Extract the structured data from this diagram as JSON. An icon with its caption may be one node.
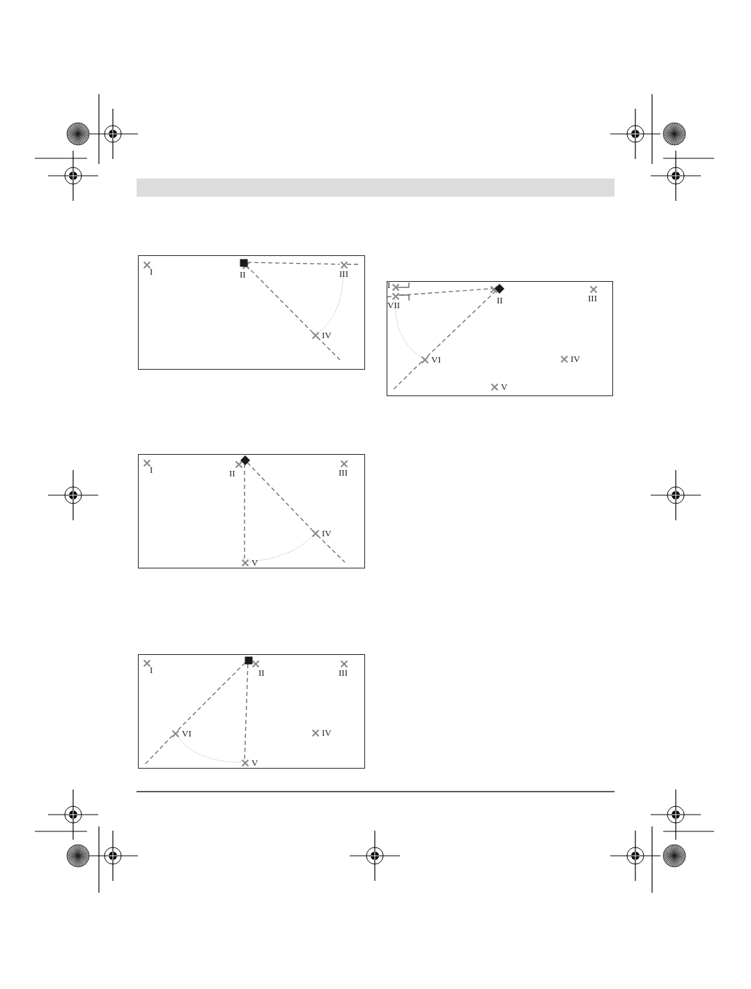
{
  "diagram": {
    "nodes": [
      {
        "text": [],
        "shape": "box"
      },
      {
        "text": [
          "I"
        ],
        "in": 0
      },
      {
        "text": [
          "II"
        ],
        "in": 0
      },
      {
        "text": [
          "III"
        ],
        "in": 0
      },
      {
        "text": [
          "IV"
        ],
        "in": 0
      },
      {
        "text": [],
        "shape": "box",
        "in": 0
      },
      {
        "text": [],
        "shape": "box"
      },
      {
        "text": [
          "I"
        ],
        "in": 6
      },
      {
        "text": [
          "VII"
        ],
        "in": 6
      },
      {
        "text": [
          "II"
        ],
        "in": 6
      },
      {
        "text": [],
        "shape": "diamond",
        "in": 6
      },
      {
        "text": [
          "III"
        ],
        "in": 6
      },
      {
        "text": [
          "VI"
        ],
        "in": 6
      },
      {
        "text": [
          "IV"
        ],
        "in": 6
      },
      {
        "text": [
          "V"
        ],
        "in": 6
      },
      {
        "text": [],
        "shape": "box"
      },
      {
        "text": [
          "I"
        ],
        "in": 15
      },
      {
        "text": [
          "II"
        ],
        "in": 15
      },
      {
        "text": [],
        "shape": "diamond",
        "in": 15
      },
      {
        "text": [
          "III"
        ],
        "in": 15
      },
      {
        "text": [
          "IV"
        ],
        "in": 15
      },
      {
        "text": [
          "V"
        ],
        "in": 15
      },
      {
        "text": [],
        "shape": "box"
      },
      {
        "text": [
          "I"
        ],
        "in": 22
      },
      {
        "text": [
          "II"
        ],
        "in": 22
      },
      {
        "text": [],
        "shape": "box",
        "in": 22
      },
      {
        "text": [
          "III"
        ],
        "in": 22
      },
      {
        "text": [
          "VI"
        ],
        "in": 22
      },
      {
        "text": [
          "IV"
        ],
        "in": 22
      },
      {
        "text": [
          "V"
        ],
        "in": 22
      }
    ],
    "edges": [
      {
        "from": 5,
        "to": 3,
        "arrow": "none",
        "style": "dashed"
      },
      {
        "from": 5,
        "to": 4,
        "arrow": "none",
        "style": "dashed"
      },
      {
        "from": 4,
        "to": null,
        "arrow": "none",
        "style": "dashed"
      },
      {
        "from": 3,
        "to": 4,
        "arrow": "none",
        "style": "dashed",
        "color": "#aaaaaa"
      },
      {
        "from": 3,
        "to": null,
        "arrow": "none",
        "style": "dashed"
      },
      {
        "from": 10,
        "to": 8,
        "arrow": "none",
        "style": "dashed"
      },
      {
        "from": 8,
        "to": null,
        "arrow": "none",
        "style": "dashed"
      },
      {
        "from": 10,
        "to": 12,
        "arrow": "none",
        "style": "dashed"
      },
      {
        "from": 12,
        "to": null,
        "arrow": "none",
        "style": "dashed"
      },
      {
        "from": 8,
        "to": 12,
        "arrow": "none",
        "style": "dashed",
        "color": "#aaaaaa"
      },
      {
        "from": 18,
        "to": 21,
        "arrow": "none",
        "style": "dashed"
      },
      {
        "from": 18,
        "to": 20,
        "arrow": "none",
        "style": "dashed"
      },
      {
        "from": 20,
        "to": null,
        "arrow": "none",
        "style": "dashed"
      },
      {
        "from": 20,
        "to": 21,
        "arrow": "none",
        "style": "dashed",
        "color": "#aaaaaa"
      },
      {
        "from": 25,
        "to": 27,
        "arrow": "none",
        "style": "dashed"
      },
      {
        "from": 27,
        "to": null,
        "arrow": "none",
        "style": "dashed"
      },
      {
        "from": 25,
        "to": 29,
        "arrow": "none",
        "style": "dashed"
      },
      {
        "from": 27,
        "to": 29,
        "arrow": "none",
        "style": "dashed",
        "color": "#aaaaaa"
      }
    ]
  }
}
